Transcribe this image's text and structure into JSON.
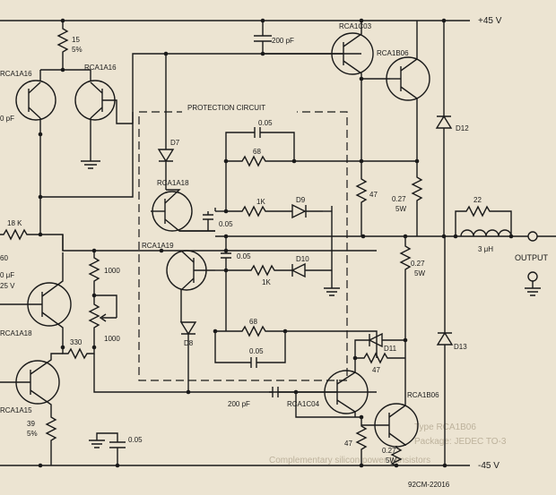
{
  "components": {
    "q_ca1c03": "RCA1C03",
    "q_b06_top": "RCA1B06",
    "q_a16_left": "RCA1A16",
    "q_a16_right": "RCA1A16",
    "q_a18_prot": "RCA1A18",
    "q_a19_prot": "RCA1A19",
    "q_a18_drv": "RCA1A18",
    "q_a15": "RCA1A15",
    "q_c04": "RCA1C04",
    "q_b06_bot": "RCA1B06",
    "r_15": "15",
    "r_15_tol": "5%",
    "c_200pf_top": "200 pF",
    "c_200pf_bot": "200 pF",
    "c_pf_left": "0 pF",
    "r_18k": "18 K",
    "r_60": "60",
    "c_10uf": "0 μF",
    "c_10uf_v": "25 V",
    "r_1000_a": "1000",
    "r_1000_b": "1000",
    "r_330": "330",
    "r_39": "39",
    "r_39_tol": "5%",
    "c_005_gnd": "0.05",
    "c_005_top": "0.05",
    "r_68_top": "68",
    "r_1k_top": "1K",
    "c_005_b1": "0.05",
    "c_005_b2": "0.05",
    "r_1k_bot": "1K",
    "r_68_bot": "68",
    "c_005_bot": "0.05",
    "r_47_top": "47",
    "r_027_top_a": "0.27",
    "r_027_top_b": "5W",
    "r_22": "22",
    "l_3uh": "3 μH",
    "r_027_mid_a": "0.27",
    "r_027_mid_b": "5W",
    "r_47_d11": "47",
    "r_47_bot": "47",
    "r_027_bot_a": "0.27",
    "r_027_bot_b": "5W",
    "d7": "D7",
    "d8": "D8",
    "d9": "D9",
    "d10": "D10",
    "d11": "D11",
    "d12": "D12",
    "d13": "D13"
  },
  "labels": {
    "protection": "PROTECTION CIRCUIT",
    "vpos": "+45 V",
    "vneg": "-45 V",
    "output": "OUTPUT",
    "figure_code": "92CM-22016"
  },
  "bleed_text": {
    "b1": "Type RCA1B06",
    "b2": "Package: JEDEC TO-3",
    "b3": "Complementary silicon power transistors"
  }
}
